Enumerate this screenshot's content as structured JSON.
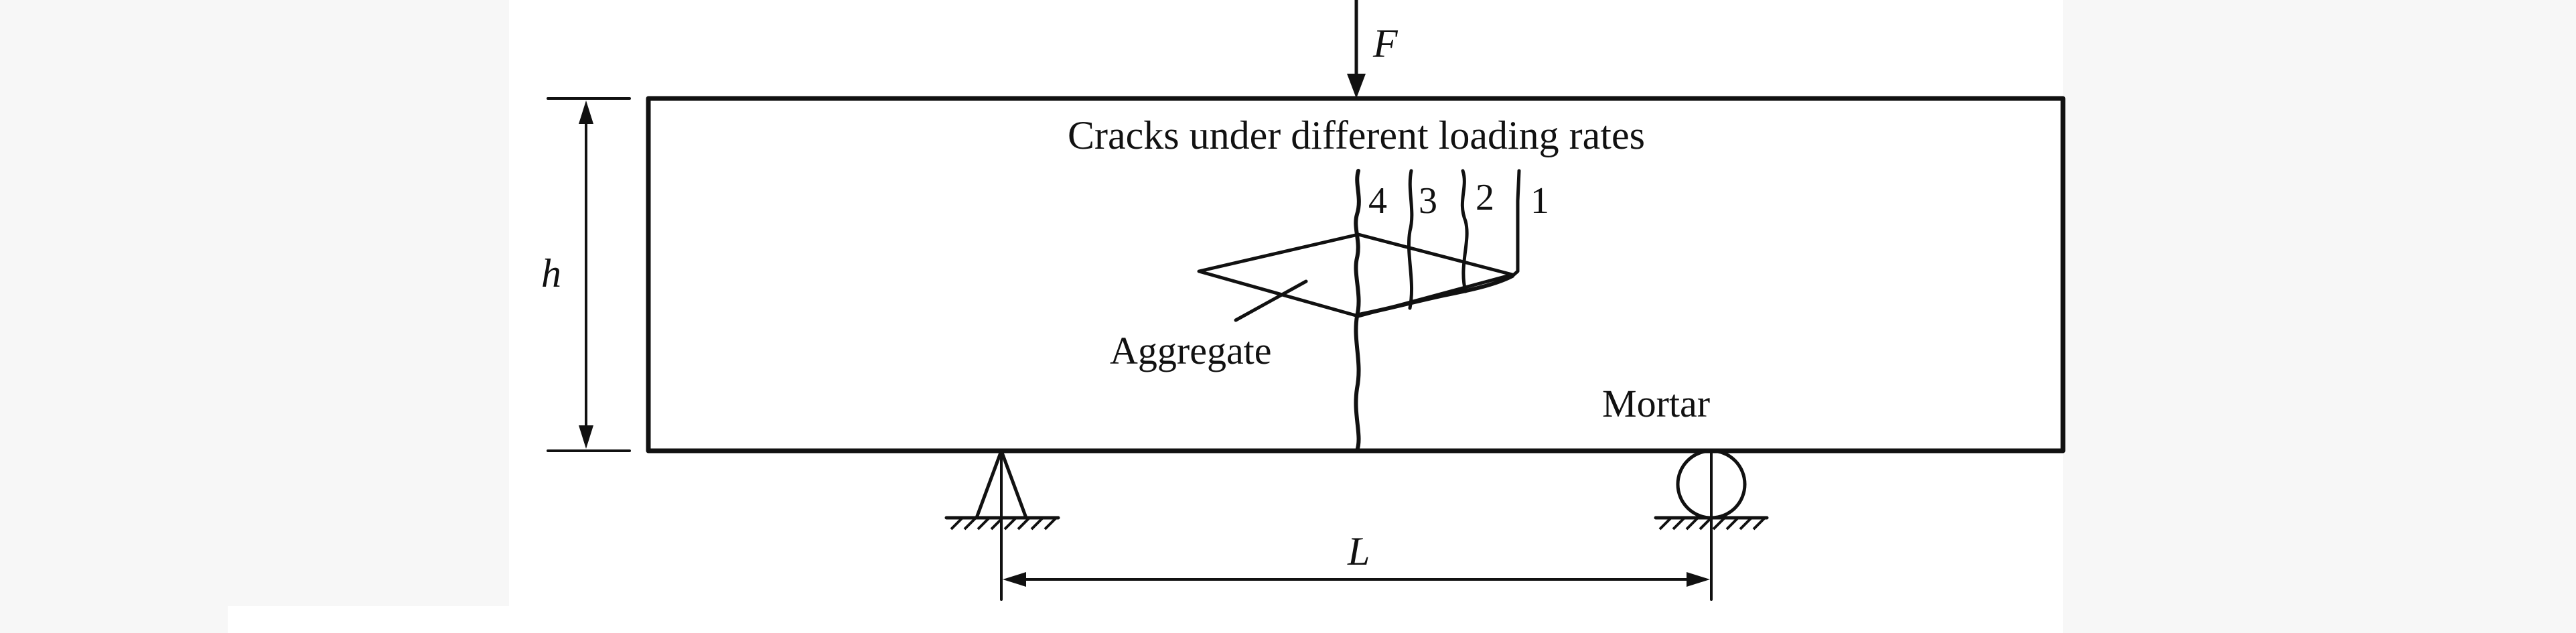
{
  "diagram": {
    "caption": "Cracks under different loading rates",
    "force_label": "F",
    "height_label": "h",
    "span_label": "L",
    "aggregate_label": "Aggregate",
    "mortar_label": "Mortar",
    "crack_labels": [
      "4",
      "3",
      "2",
      "1"
    ]
  },
  "colors": {
    "ink": "#111111",
    "background": "#ffffff",
    "side_panels": "#f7f7f7"
  }
}
